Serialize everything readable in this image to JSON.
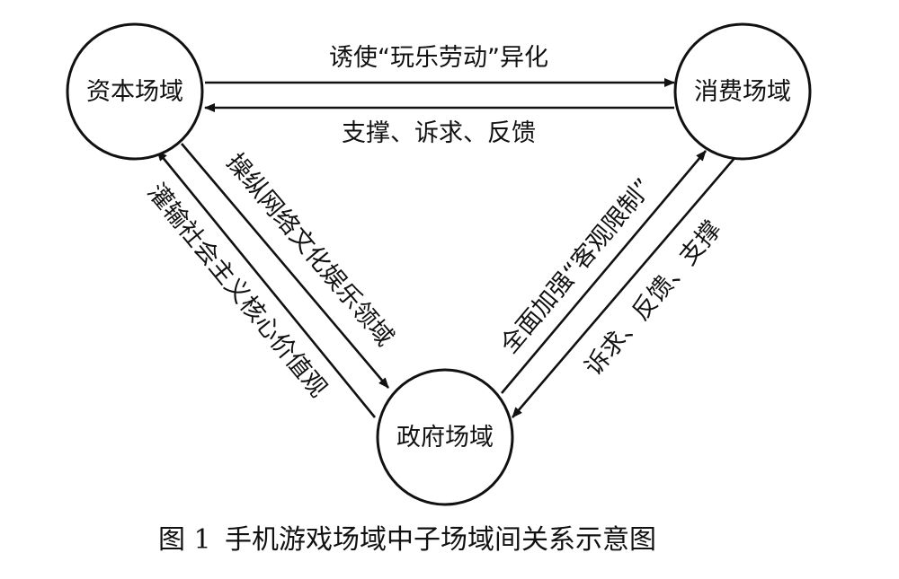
{
  "nodes": {
    "capital": "资本场域",
    "consumer": "消费场域",
    "government": "政府场域"
  },
  "edges": {
    "capital_to_consumer": "诱使“玩乐劳动”异化",
    "consumer_to_capital": "支撑、诉求、反馈",
    "capital_to_government": "操纵网络文化娱乐领域",
    "government_to_capital": "灌输社会主义核心价值观",
    "government_to_consumer": "全面加强“客观限制”",
    "consumer_to_government": "诉求、反馈、支撑"
  },
  "caption": {
    "figure_number": "图 1",
    "title": "手机游戏场域中子场域间关系示意图"
  }
}
